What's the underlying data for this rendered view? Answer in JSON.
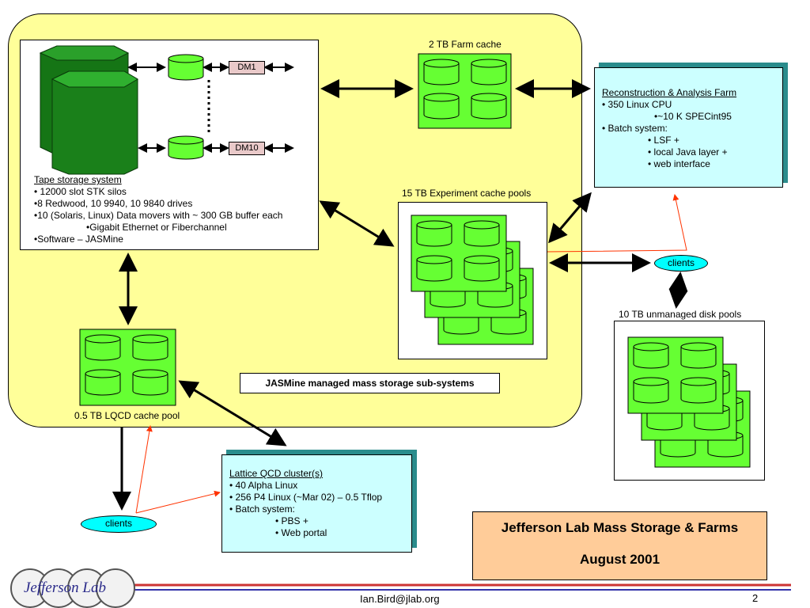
{
  "diagram": {
    "farm_cache_label": "2 TB Farm cache",
    "dm1_label": "DM1",
    "dm10_label": "DM10",
    "tape": {
      "title": "Tape storage system",
      "lines": [
        "• 12000 slot STK silos",
        "•8 Redwood, 10 9940, 10 9840 drives",
        "•10 (Solaris, Linux) Data movers with ~ 300 GB buffer each"
      ],
      "sub_line": "•Gigabit Ethernet or Fiberchannel",
      "last_line": "•Software – JASMine"
    },
    "recon": {
      "title": "Reconstruction & Analysis Farm",
      "line1": "• 350 Linux CPU",
      "line2": "•~10 K SPECint95",
      "line3": "• Batch system:",
      "sub": [
        "• LSF +",
        "• local Java layer +",
        "• web interface"
      ]
    },
    "experiment_pools_label": "15 TB Experiment cache pools",
    "clients_right_label": "clients",
    "unmanaged_label": "10 TB unmanaged disk pools",
    "jasmine_label": "JASMine managed mass storage sub-systems",
    "lqcd_label": "0.5 TB LQCD cache pool",
    "lattice": {
      "title": "Lattice QCD cluster(s)",
      "lines": [
        "• 40 Alpha Linux",
        "• 256 P4 Linux (~Mar 02) – 0.5 Tflop",
        "• Batch system:"
      ],
      "sub": [
        "• PBS +",
        "• Web portal"
      ]
    },
    "clients_left_label": "clients",
    "title_box": {
      "line1": "Jefferson Lab Mass Storage & Farms",
      "line2": "August 2001"
    }
  },
  "footer": {
    "logo_text": "Jefferson Lab",
    "email": "Ian.Bird@jlab.org",
    "page_number": "2"
  },
  "colors": {
    "yellow_panel": "#ffff99",
    "disk_green": "#66ff33",
    "cyan_box": "#ccffff",
    "title_box": "#ffcc99",
    "silo_green": "#1d8a1d",
    "red_arrow": "#ff3300"
  }
}
